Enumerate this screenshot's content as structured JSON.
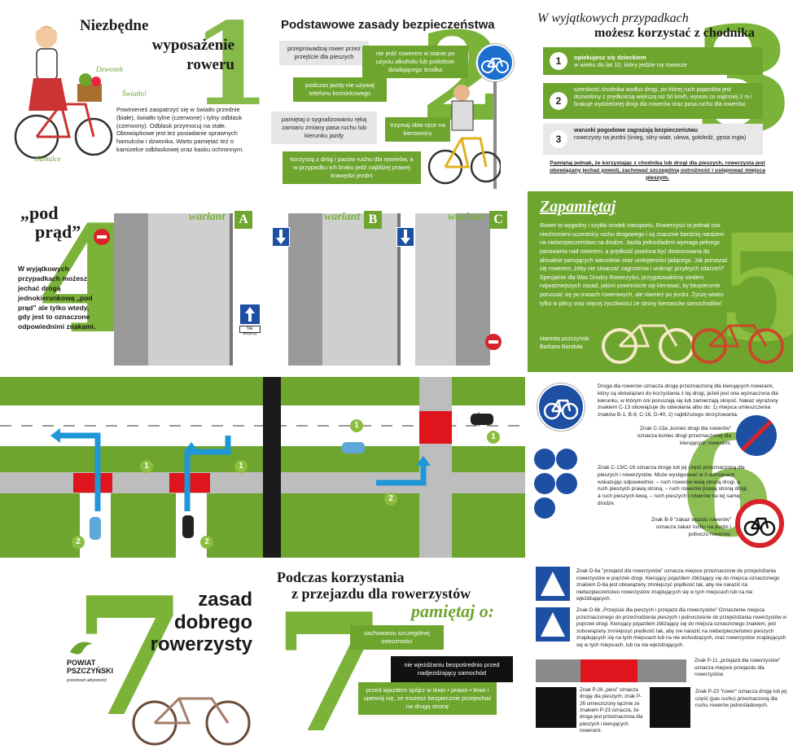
{
  "p1": {
    "title1": "Niezbędne",
    "title2": "wyposażenie",
    "title3": "roweru",
    "number": "1",
    "label_bell": "Dzwonek",
    "label_lights": "Światło!",
    "label_brakes": "Hamulce",
    "text": "Powinieneś zaopatrzyć się w światło przednie (białe), światło tylne (czerwone) i tylny odblask (czerwony). Odblask przymocuj na stałe. Obowiązkowe jest też posiadanie sprawnych hamulców i dzwonka. Warto pamiętać też o kamizelce odblaskowej oraz kasku ochronnym."
  },
  "p2": {
    "title": "Podstawowe zasady bezpieczeństwa",
    "number": "2",
    "items": [
      "przeprowadzaj rower przez przejście dla pieszych",
      "nie jedź rowerem w stanie po użyciu alkoholu lub podobnie działającego środka",
      "podczas jazdy nie używaj telefonu komórkowego",
      "pamiętaj o sygnalizowaniu ręką zamiaru zmiany pasa ruchu lub kierunku jazdy",
      "trzymaj obie ręce na kierownicy",
      "korzystaj z dróg i pasów ruchu dla rowerów, a w przypadku ich braku jedź najbliżej prawej krawędzi jezdni"
    ]
  },
  "p3": {
    "title1": "W wyjątkowych przypadkach",
    "title2": "możesz korzystać z chodnika",
    "number": "3",
    "rules": [
      {
        "n": "1",
        "bold": "opiekujesz się dzieckiem",
        "rest": "w wieku do lat 10, który jedzie na rowerze"
      },
      {
        "n": "2",
        "bold": "szerokość chodnika wzdłuż drogi, po której ruch pojazdów jest dozwolony z prędkością większą niż 50 km/h, wynosi co najmniej 2 m",
        "rest": "i brakuje wydzielonej drogi dla rowerów oraz pasa ruchu dla rowerów."
      },
      {
        "n": "3",
        "bold": "warunki pogodowe zagrażają bezpieczeństwu",
        "rest": "rowerzysty na jezdni (śnieg, silny wiatr, ulewa, gołoledź, gęsta mgła)"
      }
    ],
    "note": "Pamiętaj jednak, że korzystając z chodnika lub drogi dla pieszych, rowerzysta jest obowiązany jechać powoli, zachować szczególną ostrożność i ustępować miejsca pieszym."
  },
  "p4": {
    "title1": "„pod",
    "title2": "prąd”",
    "number": "4",
    "text": "W wyjątkowych przypadkach możesz jechać drogą jednokierunkową „pod prąd” ale tylko wtedy, gdy jest to oznaczone odpowiednimi znakami.",
    "variant": "wariant",
    "letters": [
      "A",
      "B",
      "C"
    ],
    "plate": "Nie dotyczy"
  },
  "p5": {
    "title": "Zapamiętaj",
    "number": "5",
    "text": "Rower to wygodny i szybki środek transportu. Rowerzyści to jednak tzw. niechronieni uczestnicy ruchu drogowego i są znacznie bardziej narażeni na niebezpieczeństwo na drodze. Jazda jednośladem wymaga pełnego panowania nad rowerem, a prędkość powinna być dostosowana do aktualnie panujących warunków oraz umiejętności jadącego. Jak poruszać się rowerem, żeby nie stwarzać zagrożenia i uniknąć przykrych zdarzeń? Specjalnie dla Was Drodzy Rowerzyści, przygotowaliśmy siedem najważniejszych zasad, jakimi powinniście się kierować, by bezpiecznie poruszać się po trasach rowerowych, ale również po jezdni. Życzę wiatru tylko w plecy oraz więcej życzliwości ze strony kierowców samochodów!",
    "sign1": "starosta pszczyński",
    "sign2": "Barbara Bandoła"
  },
  "p6": {
    "markers": [
      "1",
      "1",
      "2",
      "2",
      "1",
      "2",
      "1"
    ]
  },
  "p7": {
    "number": "6",
    "text1": "Droga dla rowerów oznacza drogę przeznaczoną dla kierujących rowerami, który są obowiązani do korzystania z tej drogi, jeżeli jest ona wyznaczona dla kierunku, w którym oni poruszają się lub zamierzają skręcić. Nakaz wyrażony znakiem C-13 obowiązuje do odwołania albo do: 1) miejsca umieszczenia znaków B-1, B-9, C-16, D-40, 2) najbliższego skrzyżowania.",
    "text2": "Znak C-13a „koniec drogi dla rowerów” oznacza koniec drogi przeznaczonej dla kierujących rowerami.",
    "text3": "Znak C-13/C-16 oznacza drogę lub jej część przeznaczoną dla pieszych i rowerzystów. Może występować w 3 odmianach wskazując odpowiednio: – ruch rowerów lewą stroną drogi, a ruch pieszych prawą stroną, – ruch rowerów prawą stroną drogi, a ruch pieszych lewą, – ruch pieszych i rowerów na tej samej drodze.",
    "text4": "Znak B-9 \"zakaz wjazdu rowerów\" oznacza zakaz ruchu na jezdni i poboczu rowerów."
  },
  "p8": {
    "number": "7",
    "t1": "zasad",
    "t2": "dobrego",
    "t3": "rowerzysty",
    "brand1": "POWIAT",
    "brand2": "PSZCZYŃSKI",
    "brand3": "przestrzeń aktywności"
  },
  "p9": {
    "title1": "Podczas korzystania",
    "title2": "z przejazdu dla rowerzystów",
    "title3": "pamiętaj o:",
    "items": [
      "zachowaniu szczególnej ostrożności",
      "nie wjeżdżaniu bezpośrednio przed nadjeżdżający samochód",
      "przed wjazdem spójrz w lewo • prawo • lewo i upewnij się, że możesz bezpiecznie przejechać na drugą stronę"
    ]
  },
  "p10": {
    "d6a": "Znak D-6a \"przejazd dla rowerzystów\" oznacza miejsce przeznaczone do przejeżdżania rowerzystów w poprzek drogi. Kierujący pojazdem zbliżający się do miejsca oznaczonego znakiem D-6a jest obowiązany zmniejszyć prędkość tak, aby nie narazić na niebezpieczeństwo rowerzystów znajdujących się w tych miejscach lub na nie wjeżdżających.",
    "d6b": "Znak D-6b „Przejście dla pieszych i przejazd dla rowerzystów” Oznaczenie miejsca przeznaczonego do przechodzenia pieszych i jednocześnie do przejeżdżania rowerzystów w poprzek drogi. Kierujący pojazdem zbliżający się do miejsca oznaczonego znakiem, jest zobowiązany zmniejszyć prędkość tak, aby nie narazić na niebezpieczeństwo pieszych znajdujących się na tych miejscach lub na nie wchodzących, oraz rowerzystów znajdujących się w tych miejscach, lub na nie wjeżdżających.",
    "p11": "Znak P-11 „przejazd dla rowerzystów” oznacza miejsce przejazdu dla rowerzystów.",
    "p26": "Znak P-26 „piesi” oznacza drogę dla pieszych; znak P-26 umieszczony łącznie ze znakiem P-23 oznacza, że droga jest przeznaczona dla pieszych i kierujących rowerami.",
    "p23": "Znak P-23 \"rower\" oznacza drogę lub jej część (pas ruchu) przeznaczoną dla ruchu rowerów jednośladowych."
  }
}
